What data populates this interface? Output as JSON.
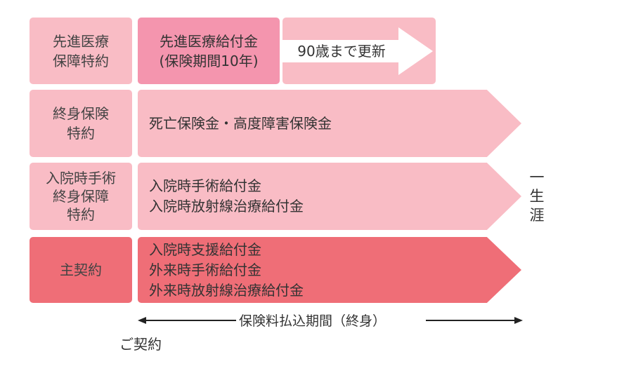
{
  "rows": [
    {
      "label": "先進医療\n保障特約",
      "benefit": "先進医療給付金\n(保険期間10年)",
      "renewal": "90歳まで更新"
    },
    {
      "label": "終身保険\n特約",
      "benefit": "死亡保険金・高度障害保険金"
    },
    {
      "label": "入院時手術\n終身保障\n特約",
      "benefit": "入院時手術給付金\n入院時放射線治療給付金"
    },
    {
      "label": "主契約",
      "benefit": "入院時支援給付金\n外来時手術給付金\n外来時放射線治療給付金"
    }
  ],
  "lifetime_label": "一\n生\n涯",
  "payment_period": "保険料払込期間（終身）",
  "contract_start": "ご契約",
  "colors": {
    "light": "#f9bcc5",
    "medium": "#f495ae",
    "main": "#ef6e77"
  }
}
